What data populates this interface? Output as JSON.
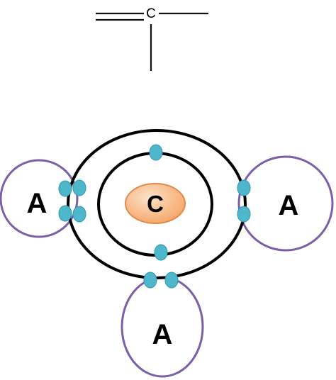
{
  "structural_formula": {
    "center_atom": "C"
  },
  "atom_diagram": {
    "nucleus": {
      "label": "C"
    },
    "outer_atoms": [
      {
        "label": "A"
      },
      {
        "label": "A"
      },
      {
        "label": "A"
      }
    ],
    "colors": {
      "outer_atom_ring": "#7b5ea8",
      "electron": "#4fb7cc",
      "electron_stroke": "#2f95ab",
      "shell": "#000000",
      "nucleus_fill": "#f7b07c",
      "nucleus_stroke": "#e08a4f"
    }
  }
}
